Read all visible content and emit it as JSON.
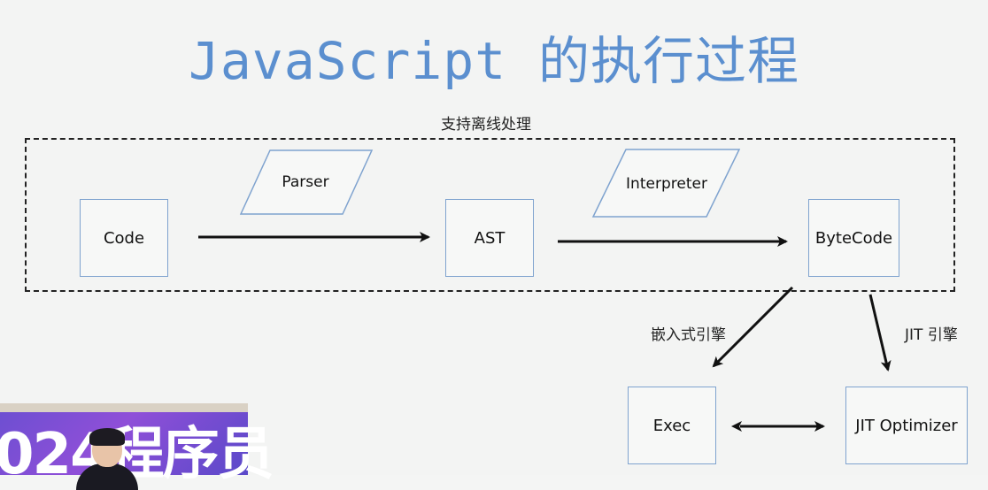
{
  "title": "JavaScript 的执行过程",
  "frame_caption": "支持离线处理",
  "nodes": {
    "code": "Code",
    "ast": "AST",
    "bytecode": "ByteCode",
    "exec": "Exec",
    "jit_optimizer": "JIT Optimizer"
  },
  "processes": {
    "parser": "Parser",
    "interpreter": "Interpreter"
  },
  "edge_labels": {
    "embedded_engine": "嵌入式引擎",
    "jit_engine": "JIT 引擎"
  },
  "overlay": {
    "banner_text": "024程序员"
  },
  "colors": {
    "title": "#5b8fcf",
    "box_border": "#7fa3cf",
    "arrow": "#111111"
  }
}
